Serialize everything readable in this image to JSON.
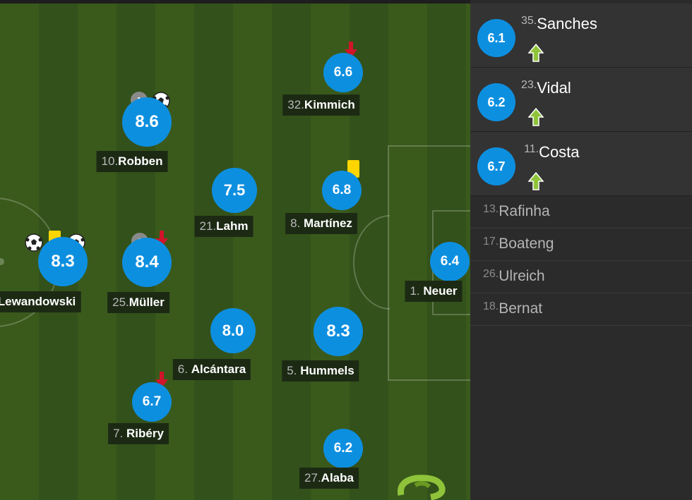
{
  "players": {
    "kimmich": {
      "number": "32.",
      "name": "Kimmich",
      "rating": "6.6"
    },
    "robben": {
      "number": "10.",
      "name": "Robben",
      "rating": "8.6"
    },
    "lahm": {
      "number": "21.",
      "name": "Lahm",
      "rating": "7.5"
    },
    "martinez": {
      "number": "8. ",
      "name": "Martínez",
      "rating": "6.8"
    },
    "lewandowski": {
      "number": "",
      "name": "Lewandowski",
      "rating": "8.3"
    },
    "muller": {
      "number": "25.",
      "name": "Müller",
      "rating": "8.4"
    },
    "neuer": {
      "number": "1. ",
      "name": "Neuer",
      "rating": "6.4"
    },
    "alcantara": {
      "number": "6. ",
      "name": "Alcántara",
      "rating": "8.0"
    },
    "hummels": {
      "number": "5. ",
      "name": "Hummels",
      "rating": "8.3"
    },
    "ribery": {
      "number": "7. ",
      "name": "Ribéry",
      "rating": "6.7"
    },
    "alaba": {
      "number": "27.",
      "name": "Alaba",
      "rating": "6.2"
    }
  },
  "substitutes": [
    {
      "number": "35.",
      "name": "Sanches",
      "rating": "6.1"
    },
    {
      "number": "23.",
      "name": "Vidal",
      "rating": "6.2"
    },
    {
      "number": "11.",
      "name": "Costa",
      "rating": "6.7"
    }
  ],
  "unused": [
    {
      "number": "13.",
      "name": "Rafinha"
    },
    {
      "number": "17.",
      "name": "Boateng"
    },
    {
      "number": "26.",
      "name": "Ulreich"
    },
    {
      "number": "18.",
      "name": "Bernat"
    }
  ],
  "icons": {
    "goal": "soccer-ball-icon",
    "yellow_card": "yellow-card-icon",
    "assist": "assist-icon",
    "subbed_off": "red-down-arrow-icon",
    "subbed_on": "green-up-arrow-icon"
  },
  "colors": {
    "rating_bubble": "#0d8fe0",
    "pitch_stripe_a": "#3a5a1c",
    "pitch_stripe_b": "#33511a",
    "yellow_card": "#ffd500",
    "sub_off": "#d0142a",
    "sub_on": "#8fc33a"
  }
}
